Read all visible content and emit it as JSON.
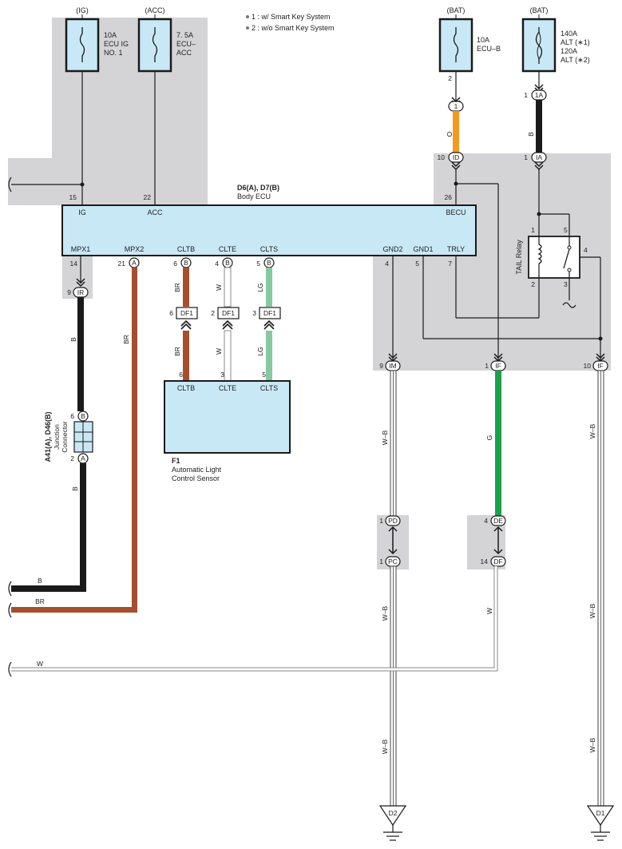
{
  "legend": {
    "note1": "1 : w/ Smart Key System",
    "note2": "2 : w/o Smart Key System"
  },
  "power": {
    "ig_label": "(IG)",
    "acc_label": "(ACC)",
    "bat1_label": "(BAT)",
    "bat2_label": "(BAT)",
    "fuse_ig": [
      "10A",
      "ECU IG",
      "NO. 1"
    ],
    "fuse_acc": [
      "7. 5A",
      "ECU–",
      "ACC"
    ],
    "fuse_ecub": [
      "10A",
      "ECU–B"
    ],
    "fuse_alt": [
      "140A",
      "ALT (∗1)",
      "120A",
      "ALT (∗2)"
    ]
  },
  "ecu": {
    "title": "D6(A), D7(B)",
    "subtitle": "Body ECU",
    "pins_top": {
      "ig": "IG",
      "acc": "ACC",
      "becu": "BECU"
    },
    "pins_top_nums": {
      "ig": "15",
      "acc": "22",
      "becu": "26"
    },
    "pins_bottom": {
      "mpx1": "MPX1",
      "mpx2": "MPX2",
      "cltb": "CLTB",
      "clte": "CLTE",
      "clts": "CLTS",
      "gnd2": "GND2",
      "gnd1": "GND1",
      "trly": "TRLY"
    },
    "pins_bottom_nums": {
      "mpx1": "14",
      "mpx2": "21",
      "cltb": "6",
      "clte": "4",
      "clts": "5",
      "gnd2": "4",
      "gnd1": "5",
      "trly": "7"
    },
    "connector_letters": {
      "mpx2": "A",
      "cltb": "B",
      "clte": "B",
      "clts": "B"
    }
  },
  "connectors": {
    "c1": "1",
    "c1_pin": "2",
    "c1a": "1A",
    "c1a_pin": "1",
    "id": "ID",
    "id_pin": "10",
    "ia": "IA",
    "ia_pin": "1",
    "ir": "IR",
    "ir_pin": "9",
    "df1": "DF1",
    "df1_pins": [
      "6",
      "2",
      "3"
    ],
    "im": "IM",
    "im_pin": "9",
    "if1": "IF",
    "if1_pin": "1",
    "if2": "IF",
    "if2_pin": "10",
    "pd": "PD",
    "pd_pin": "1",
    "pc": "PC",
    "pc_pin": "1",
    "de": "DE",
    "de_pin": "4",
    "df": "DF",
    "df_pin": "14",
    "jb_b": "B",
    "jb_b_pin": "6",
    "jb_a": "A",
    "jb_a_pin": "2"
  },
  "junction": {
    "title": "A41(A), D46(B)",
    "label1": "Junction",
    "label2": "Connector"
  },
  "relay": {
    "name": "TAIL Relay",
    "pins": [
      "1",
      "5",
      "4",
      "2",
      "3"
    ]
  },
  "sensor": {
    "code": "F1",
    "name1": "Automatic Light",
    "name2": "Control Sensor",
    "pins": [
      "CLTB",
      "CLTE",
      "CLTS"
    ],
    "pin_nums": [
      "6",
      "3",
      "5"
    ]
  },
  "wires": {
    "o": "O",
    "b_alt": "B",
    "b_mpx": "B",
    "b_mpx2": "B",
    "br_mpx2": "BR",
    "br1": "BR",
    "w1": "W",
    "lg1": "LG",
    "br2": "BR",
    "w2": "W",
    "lg2": "LG",
    "wb1": "W–B",
    "wb2": "W–B",
    "wb3": "W–B",
    "wb4": "W–B",
    "wb5": "W–B",
    "g": "G",
    "w_df": "W",
    "left_b": "B",
    "left_br": "BR",
    "left_w": "W"
  },
  "grounds": {
    "d2": "D2",
    "d1": "D1"
  },
  "colors": {
    "shade": "#d4d4d6",
    "ecu_fill": "#c9e8f6",
    "fuse_fill": "#c9e8f6",
    "orange": "#f39a1e",
    "brown": "#a54f2e",
    "green": "#1aa24a",
    "light_green": "#86c9a0",
    "black": "#1a1a1a"
  }
}
